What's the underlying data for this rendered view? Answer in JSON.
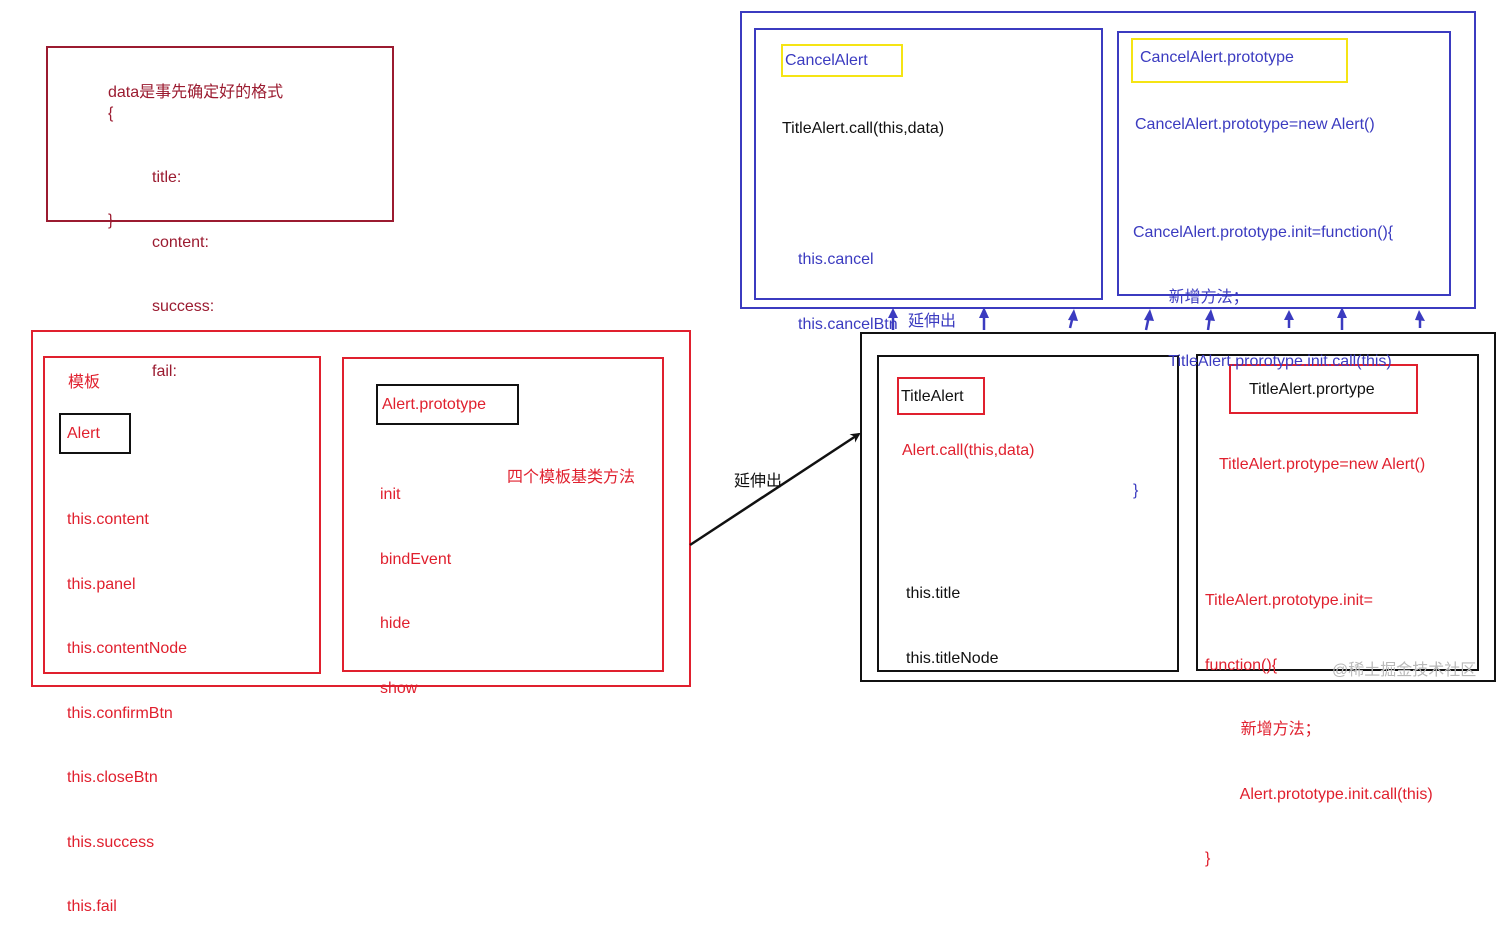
{
  "colors": {
    "maroon": "#9b1b30",
    "red": "#e0202e",
    "blue": "#3b3bc0",
    "yellow": "#f5e414",
    "black": "#111111"
  },
  "data_format_note": {
    "heading": "data是事先确定好的格式",
    "open_brace": "{",
    "fields": [
      "title:",
      "content:",
      "success:",
      "fail:"
    ],
    "close_brace": "}"
  },
  "template_group": {
    "alert_box": {
      "section_label": "模板",
      "class_name": "Alert",
      "properties": [
        "this.content",
        "this.panel",
        "this.contentNode",
        "this.confirmBtn",
        "this.closeBtn",
        "this.success",
        "this.fail"
      ]
    },
    "prototype_box": {
      "class_name": "Alert.prototype",
      "methods": [
        "init",
        "bindEvent",
        "hide",
        "show"
      ],
      "methods_note": "四个模板基类方法"
    }
  },
  "extend_arrow_label": "延伸出",
  "title_alert_group": {
    "constructor_box": {
      "class_name": "TitleAlert",
      "call_statement": "Alert.call(this,data)",
      "properties": [
        "this.title",
        "this.titleNode"
      ]
    },
    "prototype_box": {
      "class_name": "TitleAlert.prortype",
      "assign_statement": "TitleAlert.protype=new Alert()",
      "init_lines": [
        "TitleAlert.prototype.init=",
        "function(){",
        "        新增方法；",
        "        Alert.prototype.init.call(this)",
        "}"
      ]
    }
  },
  "upward_arrows_label": "延伸出",
  "cancel_alert_group": {
    "constructor_box": {
      "class_name": "CancelAlert",
      "call_statement": "TitleAlert.call(this,data)",
      "properties": [
        "this.cancel",
        "this.cancelBtn"
      ]
    },
    "prototype_box": {
      "class_name": "CancelAlert.prototype",
      "assign_statement": "CancelAlert.prototype=new Alert()",
      "init_lines": [
        "CancelAlert.prototype.init=function(){",
        "        新增方法；",
        "        TitleAlert.prorotype.init.call(this)",
        "",
        "}"
      ]
    }
  },
  "watermark": "@稀土掘金技术社区"
}
